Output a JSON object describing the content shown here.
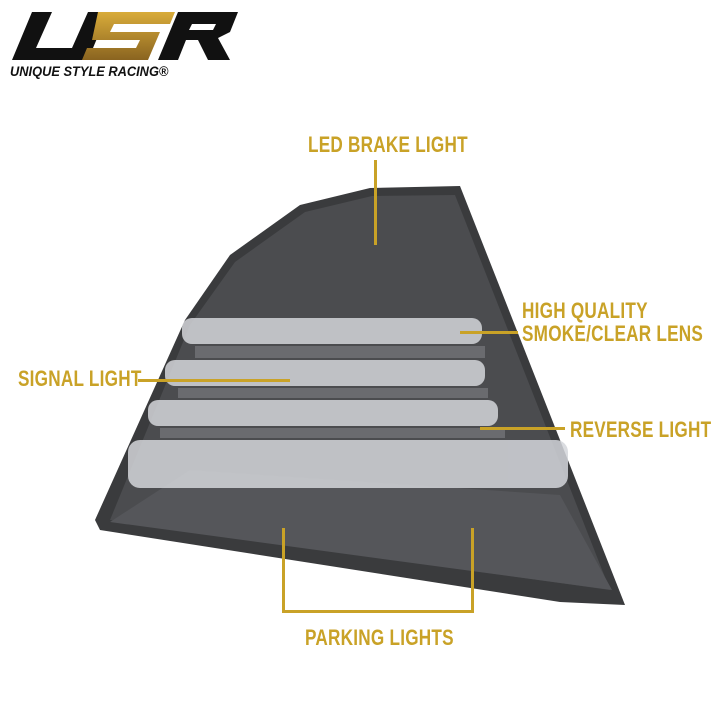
{
  "logo": {
    "mark": "USR",
    "tagline": "UNIQUE STYLE RACING®",
    "colors": {
      "black": "#111111",
      "gold": "#b8902a"
    }
  },
  "callouts": {
    "brake": "LED BRAKE LIGHT",
    "lens_line1": "HIGH QUALITY",
    "lens_line2": "SMOKE/CLEAR LENS",
    "signal": "SIGNAL LIGHT",
    "reverse": "REVERSE LIGHT",
    "parking": "PARKING LIGHTS"
  },
  "accent_color": "#c9a227"
}
